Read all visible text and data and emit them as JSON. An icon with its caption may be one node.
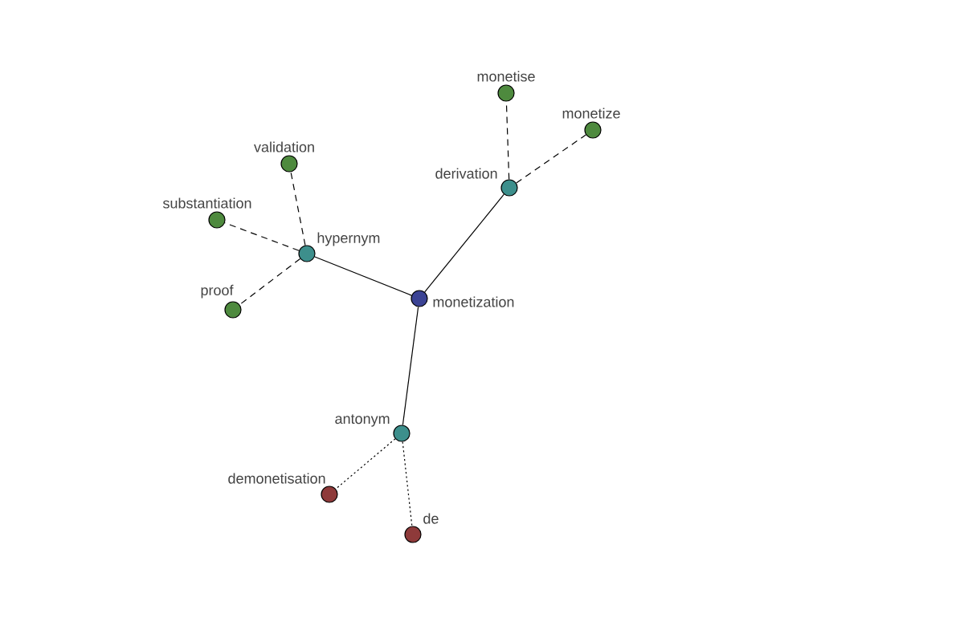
{
  "diagram": {
    "nodes": [
      {
        "text": [
          "monetise"
        ]
      },
      {
        "text": [
          "monetize"
        ]
      },
      {
        "text": [
          "validation"
        ]
      },
      {
        "text": [
          "derivation"
        ]
      },
      {
        "text": [
          "substantiation"
        ]
      },
      {
        "text": [
          "hypernym"
        ]
      },
      {
        "text": [
          "monetization"
        ]
      },
      {
        "text": [
          "proof"
        ]
      },
      {
        "text": [
          "antonym"
        ]
      },
      {
        "text": [
          "demonetisation"
        ]
      },
      {
        "text": [
          "de"
        ]
      }
    ],
    "edges": [
      {
        "from": 6,
        "to": 5,
        "arrow": "none"
      },
      {
        "from": 6,
        "to": 3,
        "arrow": "none"
      },
      {
        "from": 6,
        "to": 8,
        "arrow": "none"
      },
      {
        "from": 5,
        "to": 2,
        "arrow": "none",
        "style": "dashed"
      },
      {
        "from": 5,
        "to": 4,
        "arrow": "none",
        "style": "dashed"
      },
      {
        "from": 5,
        "to": 7,
        "arrow": "none",
        "style": "dashed"
      },
      {
        "from": 3,
        "to": 0,
        "arrow": "none",
        "style": "dashed"
      },
      {
        "from": 3,
        "to": 1,
        "arrow": "none",
        "style": "dashed"
      },
      {
        "from": 8,
        "to": 9,
        "arrow": "none",
        "style": "dashed"
      },
      {
        "from": 8,
        "to": 10,
        "arrow": "none",
        "style": "dashed"
      }
    ]
  }
}
